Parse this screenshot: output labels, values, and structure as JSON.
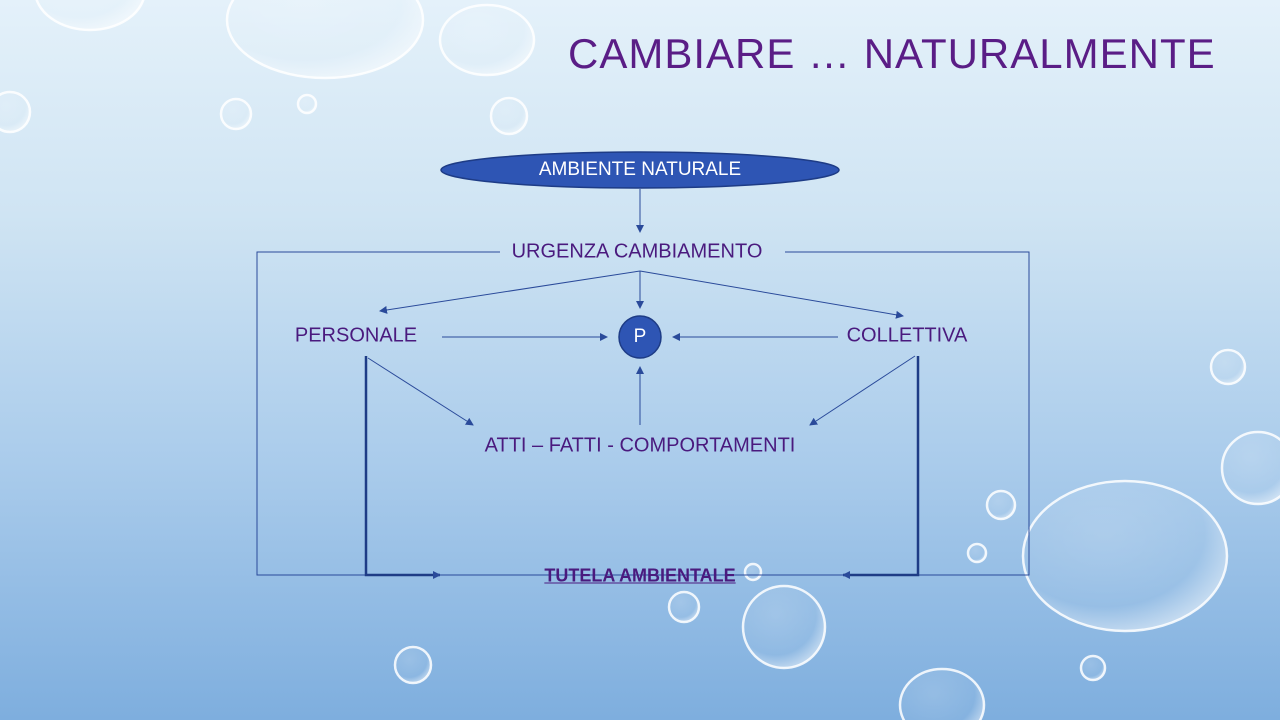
{
  "slide": {
    "title": "CAMBIARE … NATURALMENTE"
  },
  "diagram": {
    "top_node": "AMBIENTE NATURALE",
    "urgency": "URGENZA CAMBIAMENTO",
    "left": "PERSONALE",
    "center": "P",
    "right": "COLLETTIVA",
    "acts": "ATTI – FATTI - COMPORTAMENTI",
    "bottom": "TUTELA AMBIENTALE"
  },
  "colors": {
    "text": "#4a1a7e",
    "title": "#5a1d86",
    "lines": "#2a4a9a",
    "node_fill": "#2e55b4",
    "node_border": "#1e3c86"
  }
}
